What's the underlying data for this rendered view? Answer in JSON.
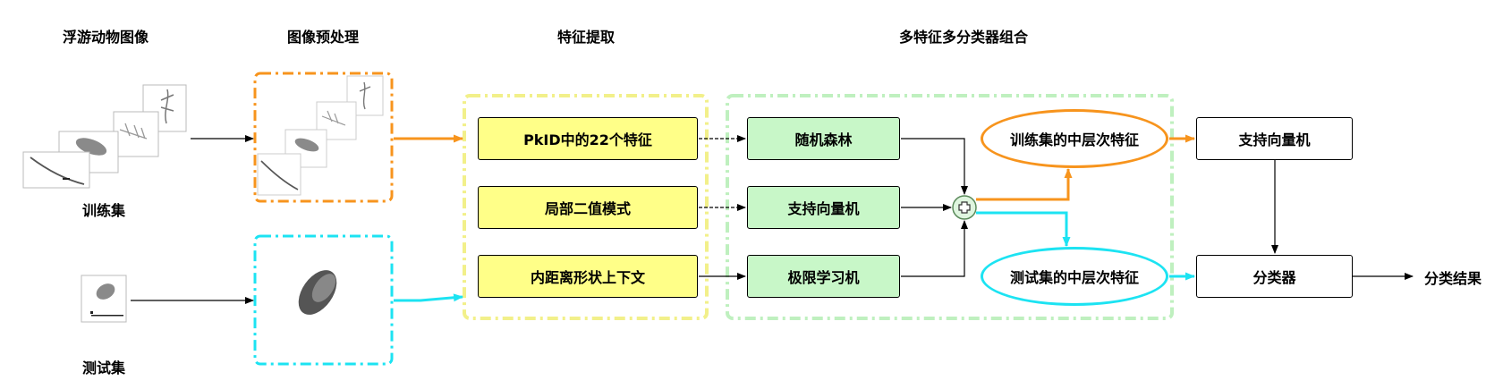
{
  "headers": {
    "images": "浮游动物图像",
    "preprocess": "图像预处理",
    "features": "特征提取",
    "combo": "多特征多分类器组合"
  },
  "inputs": {
    "train": "训练集",
    "test": "测试集"
  },
  "features": {
    "pkid": "PkID中的22个特征",
    "lbp": "局部二值模式",
    "idsc": "内距离形状上下文"
  },
  "classifiers": {
    "rf": "随机森林",
    "svm": "支持向量机",
    "elm": "极限学习机"
  },
  "mid_features": {
    "train": "训练集的中层次特征",
    "test": "测试集的中层次特征"
  },
  "final": {
    "svm": "支持向量机",
    "classifier": "分类器",
    "result": "分类结果"
  },
  "colors": {
    "train_path": "#f7941d",
    "test_path": "#1ce3f2",
    "feature_fill": "#ffff88",
    "classifier_fill": "#c8f7c8"
  }
}
